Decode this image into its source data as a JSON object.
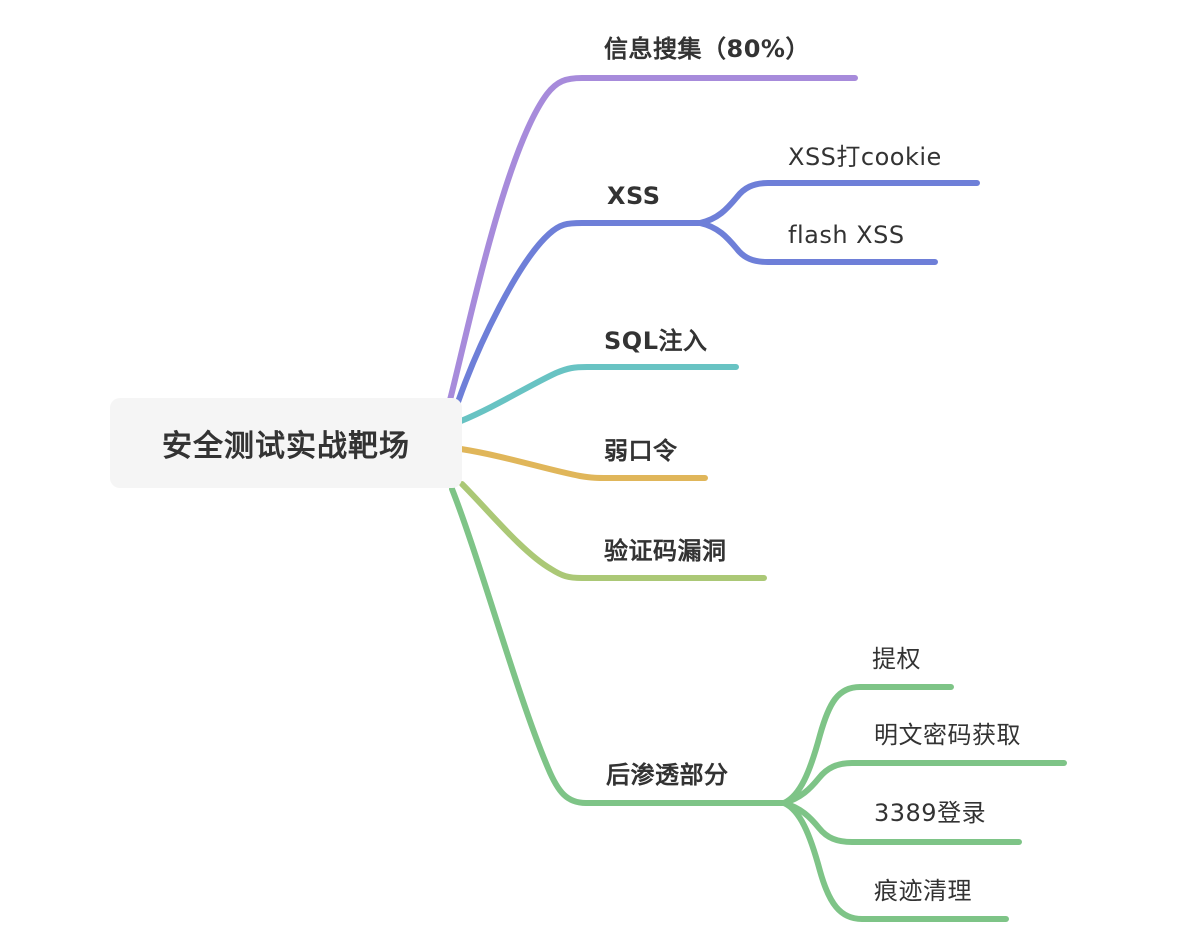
{
  "page": {
    "background": "#ffffff",
    "text_color": "#333333",
    "root_bg": "#f5f5f5"
  },
  "mindmap": {
    "root": {
      "label": "安全测试实战靶场"
    },
    "branches": [
      {
        "label": "信息搜集（80%）",
        "color": "#a78bdb",
        "children": []
      },
      {
        "label": "XSS",
        "color": "#6e7fd8",
        "children": [
          {
            "label": "XSS打cookie"
          },
          {
            "label": "flash XSS"
          }
        ]
      },
      {
        "label": "SQL注入",
        "color": "#68c3c3",
        "children": []
      },
      {
        "label": "弱口令",
        "color": "#e0b65a",
        "children": []
      },
      {
        "label": "验证码漏洞",
        "color": "#abc876",
        "children": []
      },
      {
        "label": "后渗透部分",
        "color": "#7ec487",
        "children": [
          {
            "label": "提权"
          },
          {
            "label": "明文密码获取"
          },
          {
            "label": "3389登录"
          },
          {
            "label": "痕迹清理"
          }
        ]
      }
    ]
  }
}
